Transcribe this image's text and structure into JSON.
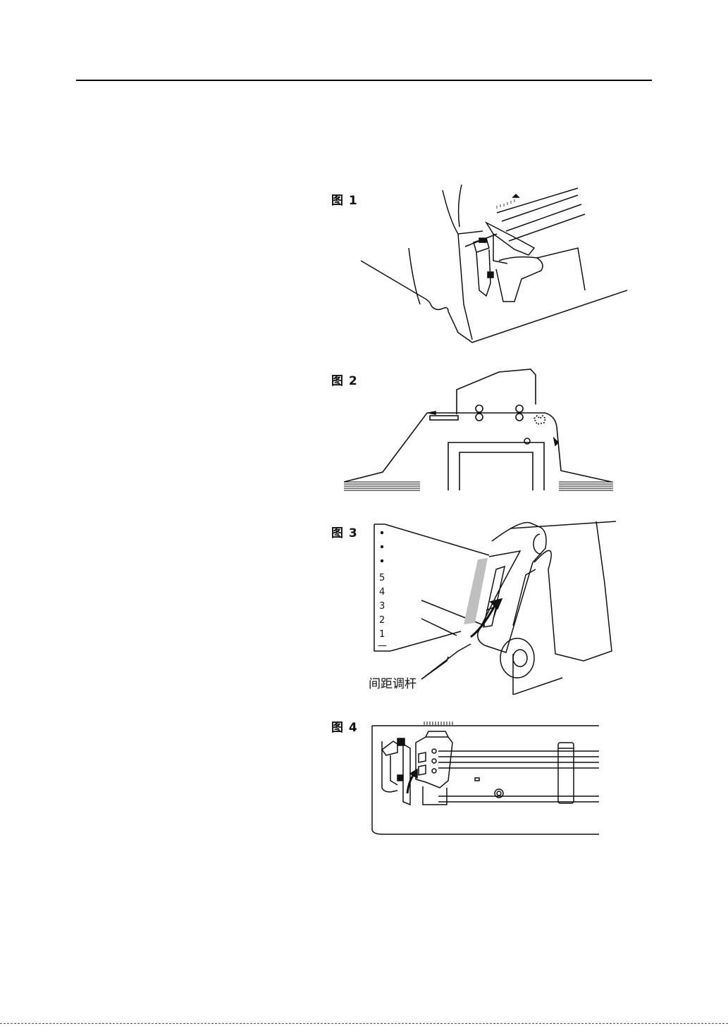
{
  "figures": [
    {
      "label": "图 1"
    },
    {
      "label": "图 2"
    },
    {
      "label": "图 3",
      "scale_marks": [
        "•",
        "•",
        "•",
        "5",
        "4",
        "3",
        "2",
        "1",
        "—"
      ],
      "callout": "间距调杆"
    },
    {
      "label": "图 4"
    }
  ]
}
